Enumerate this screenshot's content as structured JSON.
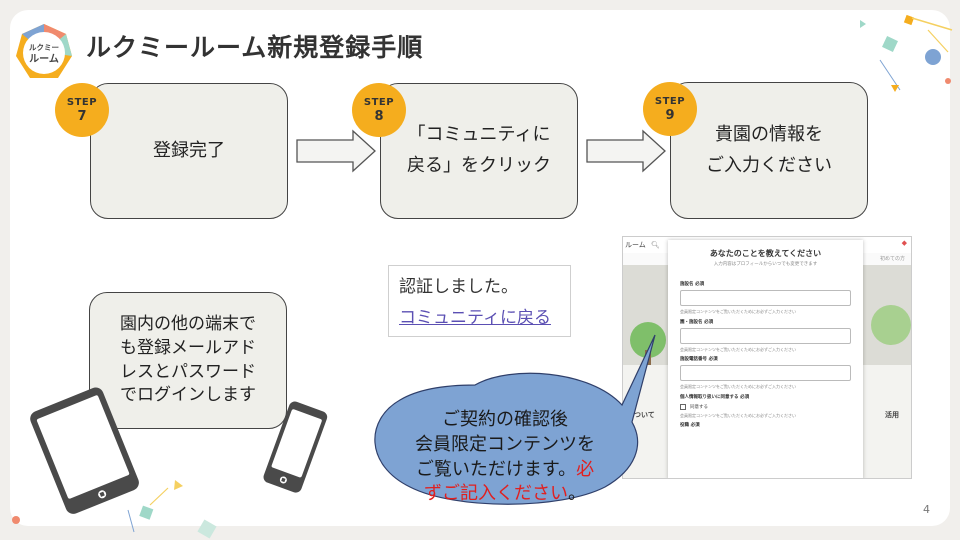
{
  "header": {
    "logo_line1": "ルクミー",
    "logo_line2": "ルーム",
    "title": "ルクミールーム新規登録手順"
  },
  "steps": [
    {
      "label": "STEP",
      "number": "7",
      "text_line1": "登録完了",
      "text_line2": ""
    },
    {
      "label": "STEP",
      "number": "8",
      "text_line1": "「コミュニティに",
      "text_line2": "戻る」をクリック"
    },
    {
      "label": "STEP",
      "number": "9",
      "text_line1": "貴園の情報を",
      "text_line2": "ご入力ください"
    }
  ],
  "note_box": {
    "lines": [
      "園内の他の端末で",
      "も登録メールアド",
      "レスとパスワード",
      "でログインします"
    ]
  },
  "auth_panel": {
    "message": "認証しました。",
    "link": "コミュニティに戻る"
  },
  "screenshot": {
    "modal_title": "あなたのことを教えてください",
    "modal_subtitle": "入力内容はプロフィールからいつでも変更できます",
    "field_labels": [
      "施設名 必須",
      "園・施設名 必須",
      "施設電話番号 必須",
      "個人情報取り扱いに同意する 必須",
      "役職 必須"
    ],
    "field_note": "会員限定コンテンツをご覧いただくためにお必ずご入力ください",
    "agree_label": "同意する",
    "side_left_heading": "について",
    "side_right_heading": "活用",
    "navbar_left": "ルーム",
    "navbar_right": "初めての方"
  },
  "bubble": {
    "line1": "ご契約の確認後",
    "line2": "会員限定コンテンツを",
    "line3_normal": "ご覧いただけます。",
    "line3_red": "必",
    "line4_red": "ずご記入ください",
    "line4_end": "。"
  },
  "page_number": "4",
  "colors": {
    "badge": "#f5ad1e",
    "bubble_fill": "#7ea3d3",
    "step_box": "#efefea",
    "accent_red": "#e02020",
    "link": "#5b4fb3"
  }
}
